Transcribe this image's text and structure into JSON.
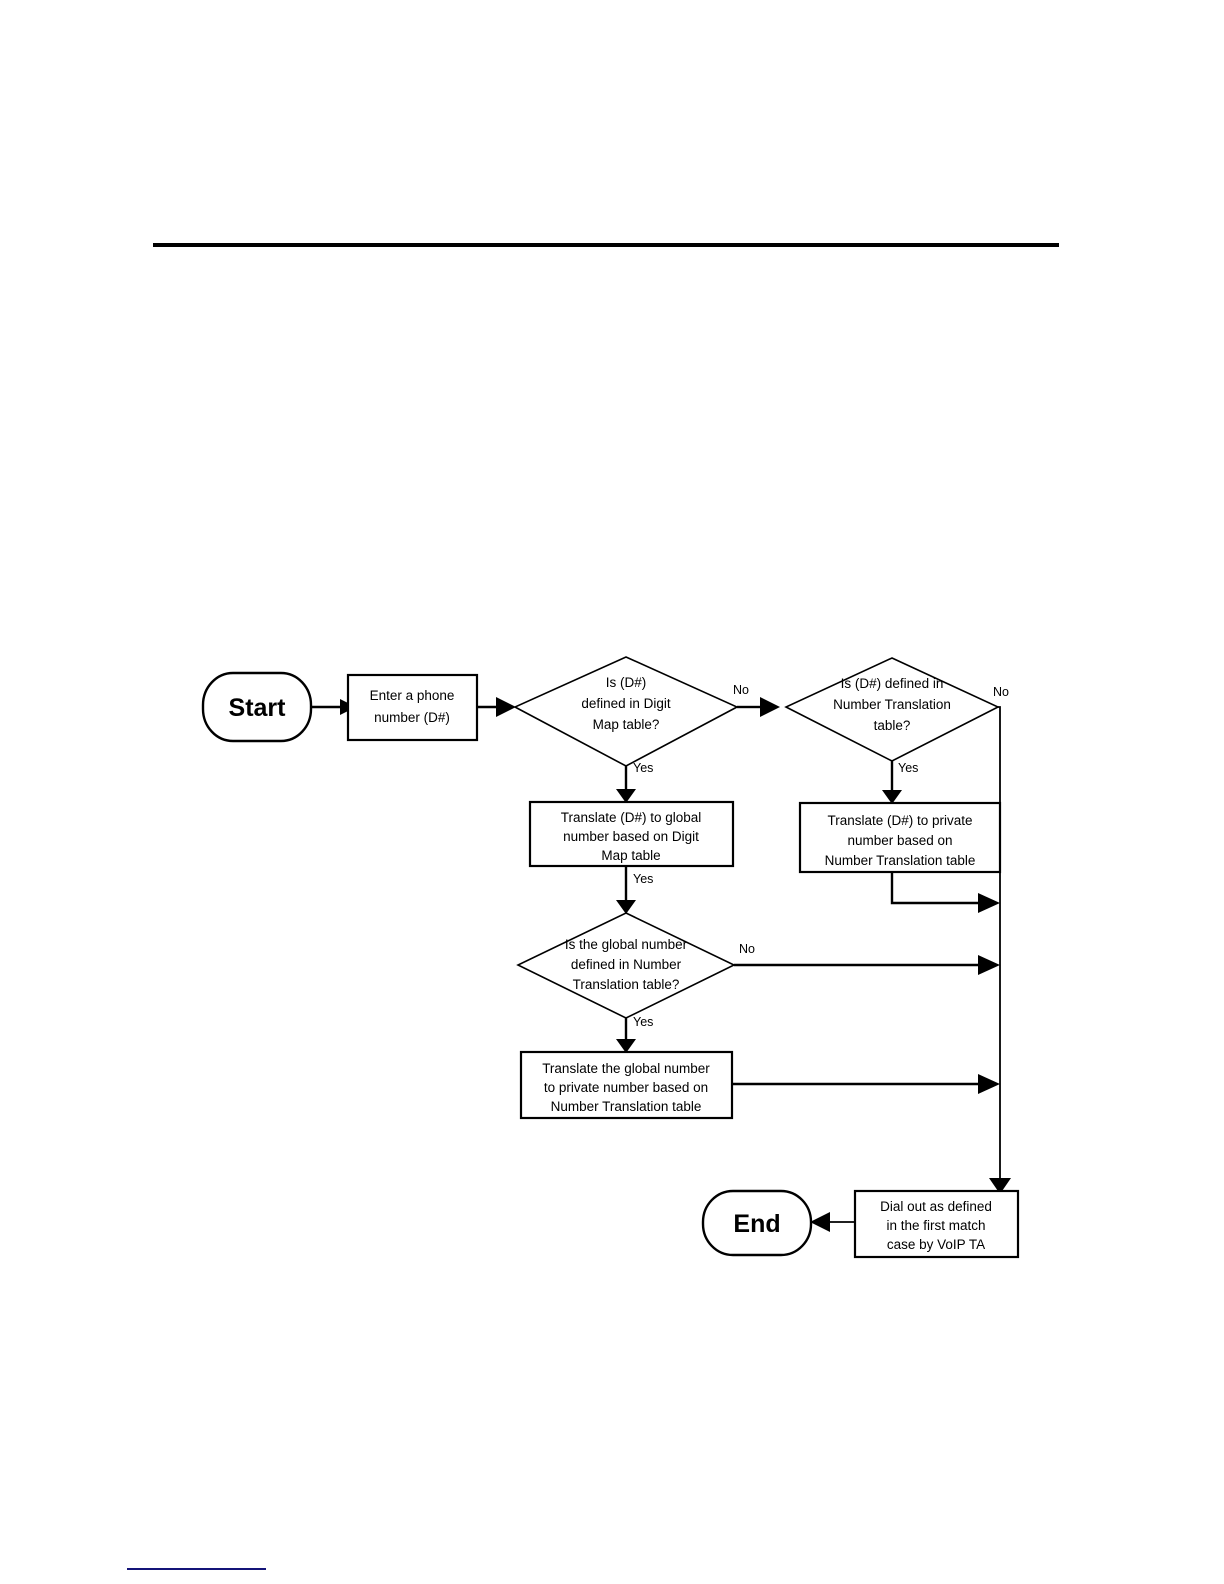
{
  "page": {
    "title": "VoIP dial plan number translation flowchart",
    "background_color": "#ffffff",
    "line_color": "#000000",
    "footnote_rule_color": "#141478"
  },
  "flowchart": {
    "type": "flowchart",
    "nodes": [
      {
        "id": "start",
        "shape": "terminator",
        "label": "Start"
      },
      {
        "id": "enter",
        "shape": "process",
        "lines": [
          "Enter a phone",
          "number (D#)"
        ]
      },
      {
        "id": "q_digitmap",
        "shape": "decision",
        "lines": [
          "Is (D#)",
          "defined in Digit",
          "Map table?"
        ]
      },
      {
        "id": "q_numtrans",
        "shape": "decision",
        "lines": [
          "Is (D#) defined in",
          "Number Translation",
          "table?"
        ]
      },
      {
        "id": "t_global",
        "shape": "process",
        "lines": [
          "Translate (D#) to global",
          "number based on Digit",
          "Map table"
        ]
      },
      {
        "id": "t_private",
        "shape": "process",
        "lines": [
          "Translate (D#) to private",
          "number based on",
          "Number Translation table"
        ]
      },
      {
        "id": "q_global",
        "shape": "decision",
        "lines": [
          "Is the global number",
          "defined in Number",
          "Translation table?"
        ]
      },
      {
        "id": "t_globpriv",
        "shape": "process",
        "lines": [
          "Translate the global number",
          "to private number based on",
          "Number Translation table"
        ]
      },
      {
        "id": "dialout",
        "shape": "process",
        "lines": [
          "Dial out as defined",
          "in the first match",
          "case by VoIP TA"
        ]
      },
      {
        "id": "end",
        "shape": "terminator",
        "label": "End"
      }
    ],
    "edges": [
      {
        "from": "start",
        "to": "enter",
        "label": ""
      },
      {
        "from": "enter",
        "to": "q_digitmap",
        "label": ""
      },
      {
        "from": "q_digitmap",
        "to": "q_numtrans",
        "label": "No"
      },
      {
        "from": "q_digitmap",
        "to": "t_global",
        "label": "Yes"
      },
      {
        "from": "q_numtrans",
        "to": "t_private",
        "label": "Yes"
      },
      {
        "from": "q_numtrans",
        "to": "dialout",
        "label": "No"
      },
      {
        "from": "t_global",
        "to": "q_global",
        "label": "Yes"
      },
      {
        "from": "t_private",
        "to": "dialout",
        "label": ""
      },
      {
        "from": "q_global",
        "to": "dialout",
        "label": "No"
      },
      {
        "from": "q_global",
        "to": "t_globpriv",
        "label": "Yes"
      },
      {
        "from": "t_globpriv",
        "to": "dialout",
        "label": ""
      },
      {
        "from": "dialout",
        "to": "end",
        "label": ""
      }
    ],
    "edge_labels": {
      "no_digitmap": "No",
      "yes_digitmap": "Yes",
      "no_numtrans": "No",
      "yes_numtrans": "Yes",
      "no_global": "No",
      "yes_global": "Yes",
      "yes_after_global_box": "Yes"
    }
  }
}
